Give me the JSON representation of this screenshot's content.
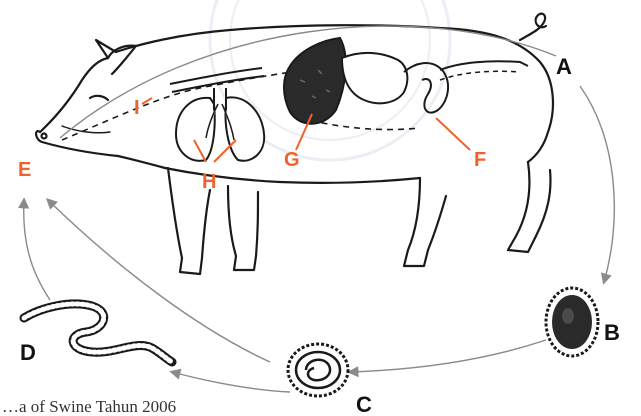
{
  "colors": {
    "label_orange": "#f0622a",
    "label_black": "#111111",
    "outline": "#1a1a1a",
    "cycle_arrow": "#8a8a8a",
    "liver_fill": "#2a2a2a",
    "watermark": "#c9cfe6"
  },
  "labels": {
    "A": "A",
    "B": "B",
    "C": "C",
    "D": "D",
    "E": "E",
    "F": "F",
    "G": "G",
    "H": "H",
    "I": "I"
  },
  "caption": "…a of Swine Tahun 2006",
  "icons": {
    "pig": "pig-outline-icon",
    "liver": "liver-icon",
    "lungs": "lungs-icon",
    "intestine": "intestine-icon",
    "egg_embryonated": "embryonated-egg-icon",
    "egg_larva": "egg-with-larva-icon",
    "worm": "roundworm-icon"
  }
}
